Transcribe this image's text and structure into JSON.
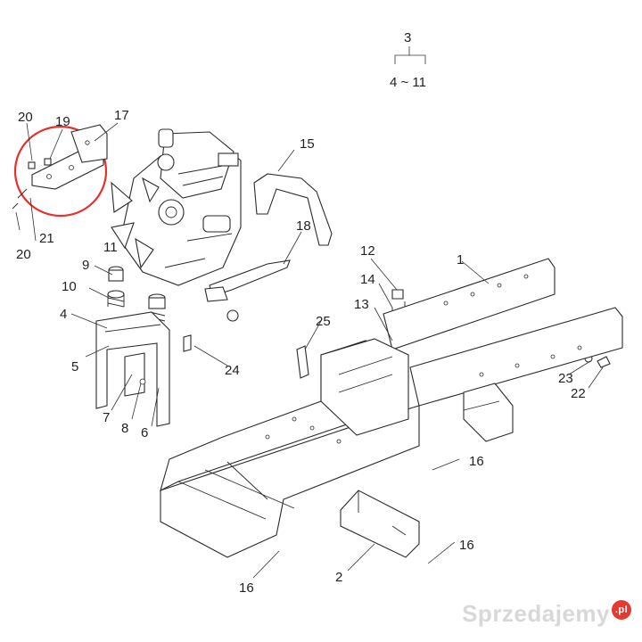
{
  "diagram": {
    "group_header": {
      "top": "3",
      "bottom": "4 ~ 11"
    },
    "callouts": [
      "20",
      "19",
      "17",
      "15",
      "21",
      "20",
      "11",
      "9",
      "18",
      "12",
      "1",
      "10",
      "14",
      "4",
      "13",
      "25",
      "5",
      "24",
      "7",
      "8",
      "6",
      "23",
      "22",
      "16",
      "16",
      "2",
      "16"
    ]
  },
  "colors": {
    "highlight": "#e8302a",
    "lines": "#2a2a2a"
  },
  "watermark": {
    "text": "Sprzedajemy",
    "suffix": ".pl"
  }
}
